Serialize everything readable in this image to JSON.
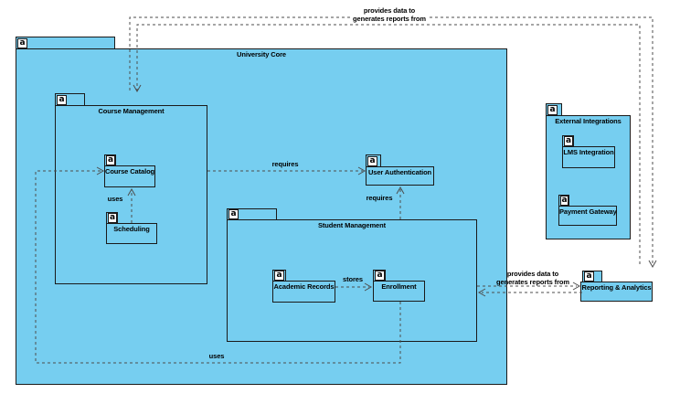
{
  "diagram_type": "uml-package-diagram",
  "colors": {
    "shape_fill": "#76CEF0",
    "shape_border": "#1a1a1a",
    "edge_line": "#4d4d4d",
    "background": "#ffffff"
  },
  "packages": {
    "university_core": {
      "label": "University Core",
      "badge": "a"
    },
    "course_management": {
      "label": "Course Management",
      "badge": "a"
    },
    "course_catalog": {
      "label": "Course Catalog",
      "badge": "a"
    },
    "scheduling": {
      "label": "Scheduling",
      "badge": "a"
    },
    "user_authentication": {
      "label": "User Authentication",
      "badge": "a"
    },
    "student_management": {
      "label": "Student Management",
      "badge": "a"
    },
    "academic_records": {
      "label": "Academic Records",
      "badge": "a"
    },
    "enrollment": {
      "label": "Enrollment",
      "badge": "a"
    },
    "external_integrations": {
      "label": "External Integrations",
      "badge": "a"
    },
    "lms_integration": {
      "label": "LMS Integration",
      "badge": "a"
    },
    "payment_gateway": {
      "label": "Payment Gateway",
      "badge": "a"
    },
    "reporting_analytics": {
      "label": "Reporting & Analytics",
      "badge": "a"
    }
  },
  "edges": {
    "uc_reporting": {
      "line1": "provides data to",
      "line2": "generates reports from"
    },
    "sm_reporting": {
      "line1": "provides data to",
      "line2": "generates reports from"
    },
    "cm_requires_ua": {
      "label": "requires"
    },
    "sm_requires_ua": {
      "label": "requires"
    },
    "scheduling_uses_cc": {
      "label": "uses"
    },
    "enrollment_uses_cc": {
      "label": "uses"
    },
    "ar_stores_enrollment": {
      "label": "stores"
    }
  }
}
